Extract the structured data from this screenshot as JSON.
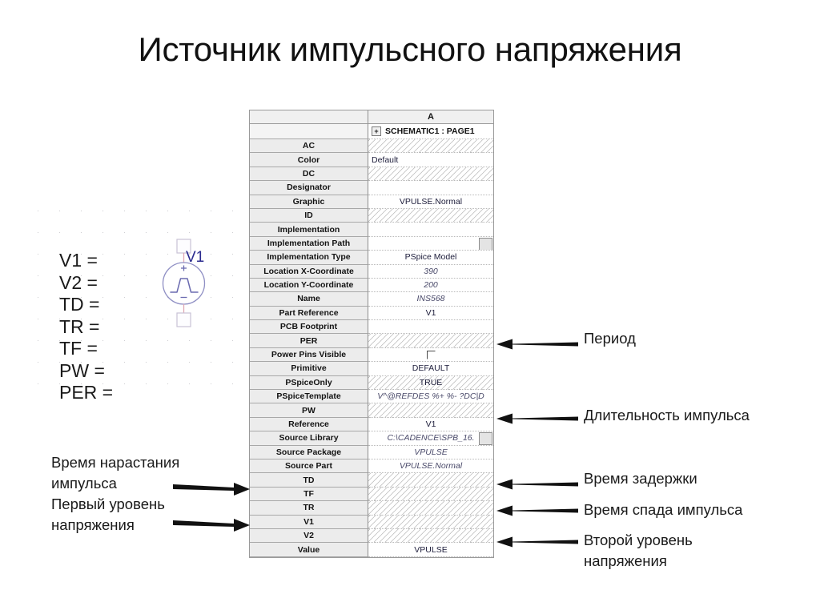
{
  "page": {
    "title": "Источник импульсного напряжения"
  },
  "schematic": {
    "symbol_label": "V1",
    "plus_sign": "+",
    "minus_sign": "−",
    "parameters": [
      "V1 =",
      "V2 =",
      "TD =",
      "TR =",
      "TF =",
      "PW =",
      "PER ="
    ]
  },
  "grid": {
    "corner_label": "",
    "column_header": "A",
    "page_row": {
      "expand": "+",
      "label": "SCHEMATIC1 : PAGE1"
    },
    "rows": [
      {
        "name": "AC",
        "value": "",
        "hatch": true,
        "italic": false
      },
      {
        "name": "Color",
        "value": "Default",
        "hatch": false,
        "italic": false,
        "align": "left"
      },
      {
        "name": "DC",
        "value": "",
        "hatch": true,
        "italic": false
      },
      {
        "name": "Designator",
        "value": "",
        "hatch": false,
        "italic": false
      },
      {
        "name": "Graphic",
        "value": "VPULSE.Normal",
        "hatch": false,
        "italic": false
      },
      {
        "name": "ID",
        "value": "",
        "hatch": true,
        "italic": false
      },
      {
        "name": "Implementation",
        "value": "",
        "hatch": false,
        "italic": false
      },
      {
        "name": "Implementation Path",
        "value": "",
        "hatch": false,
        "italic": false,
        "browse": true
      },
      {
        "name": "Implementation Type",
        "value": "PSpice Model",
        "hatch": false,
        "italic": false
      },
      {
        "name": "Location X-Coordinate",
        "value": "390",
        "hatch": false,
        "italic": true
      },
      {
        "name": "Location Y-Coordinate",
        "value": "200",
        "hatch": false,
        "italic": true
      },
      {
        "name": "Name",
        "value": "INS568",
        "hatch": false,
        "italic": true
      },
      {
        "name": "Part Reference",
        "value": "V1",
        "hatch": false,
        "italic": false
      },
      {
        "name": "PCB Footprint",
        "value": "",
        "hatch": false,
        "italic": false
      },
      {
        "name": "PER",
        "value": "",
        "hatch": true,
        "italic": false
      },
      {
        "name": "Power Pins Visible",
        "value": "",
        "hatch": false,
        "italic": false,
        "checkbox": true
      },
      {
        "name": "Primitive",
        "value": "DEFAULT",
        "hatch": false,
        "italic": false
      },
      {
        "name": "PSpiceOnly",
        "value": "TRUE",
        "hatch": true,
        "italic": false
      },
      {
        "name": "PSpiceTemplate",
        "value": "V^@REFDES %+ %- ?DC|D",
        "hatch": false,
        "italic": true
      },
      {
        "name": "PW",
        "value": "",
        "hatch": true,
        "italic": false
      },
      {
        "name": "Reference",
        "value": "V1",
        "hatch": false,
        "italic": false
      },
      {
        "name": "Source Library",
        "value": "C:\\CADENCE\\SPB_16.",
        "hatch": false,
        "italic": true,
        "browse": true
      },
      {
        "name": "Source Package",
        "value": "VPULSE",
        "hatch": false,
        "italic": true
      },
      {
        "name": "Source Part",
        "value": "VPULSE.Normal",
        "hatch": false,
        "italic": true
      },
      {
        "name": "TD",
        "value": "",
        "hatch": true,
        "italic": false
      },
      {
        "name": "TF",
        "value": "",
        "hatch": true,
        "italic": false
      },
      {
        "name": "TR",
        "value": "",
        "hatch": true,
        "italic": false
      },
      {
        "name": "V1",
        "value": "",
        "hatch": true,
        "italic": false
      },
      {
        "name": "V2",
        "value": "",
        "hatch": true,
        "italic": false
      },
      {
        "name": "Value",
        "value": "VPULSE",
        "hatch": false,
        "italic": false
      }
    ]
  },
  "annotations": {
    "left": [
      {
        "id": "rise-time",
        "line1": "Время нарастания",
        "line2": "импульса"
      },
      {
        "id": "first-level",
        "line1": "Первый уровень",
        "line2": " напряжения"
      }
    ],
    "right": [
      {
        "id": "period",
        "text": "Период"
      },
      {
        "id": "pulse-width",
        "text": "Длительность импульса"
      },
      {
        "id": "delay-time",
        "text": "Время задержки"
      },
      {
        "id": "fall-time",
        "text": "Время спада импульса"
      },
      {
        "id": "second-level",
        "line1": "Второй уровень",
        "line2": "напряжения"
      }
    ]
  }
}
